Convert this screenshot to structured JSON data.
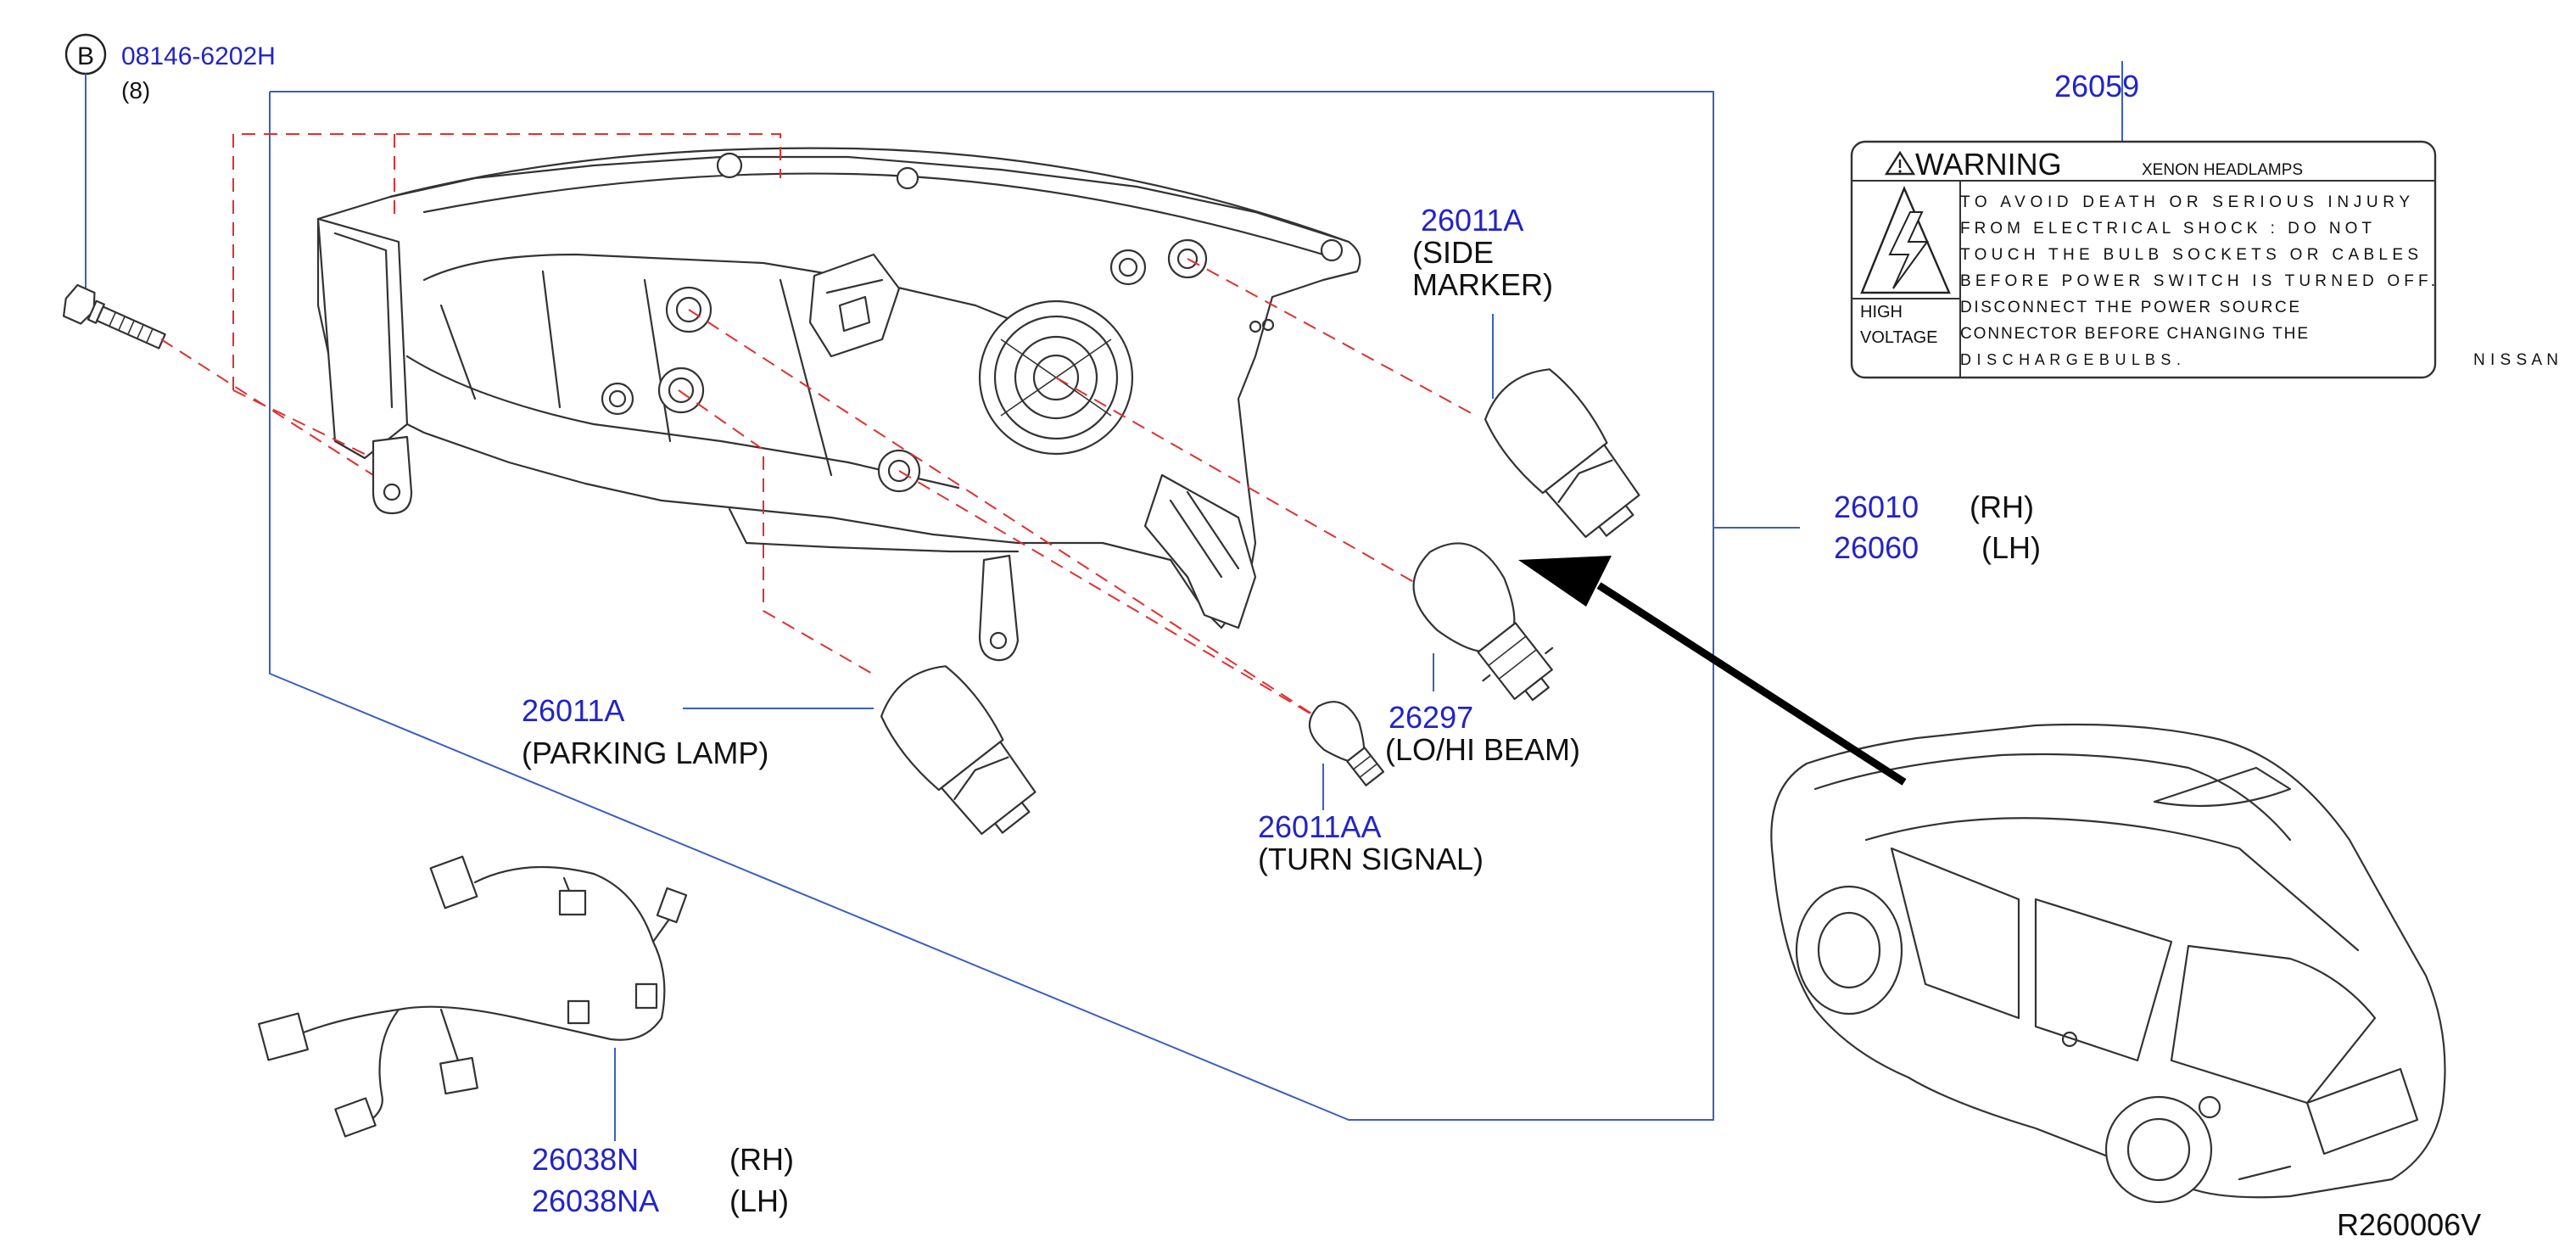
{
  "fastener": {
    "circle_letter": "B",
    "part_number": "08146-6202H",
    "quantity": "(8)"
  },
  "warning_label": {
    "part_number": "26059",
    "title": "WARNING",
    "subtitle": "XENON  HEADLAMPS",
    "lines": [
      "TO   AVOID   DEATH   OR   SERIOUS   INJURY",
      "FROM   ELECTRICAL   SHOCK   :   DO   NOT",
      "TOUCH   THE   BULB   SOCKETS   OR   CABLES",
      "BEFORE   POWER   SWITCH   IS   TURNED   OFF.",
      "DISCONNECT   THE   POWER   SOURCE",
      "CONNECTOR   BEFORE   CHANGING   THE",
      "D I S C H A R G E    B U L B S ."
    ],
    "side_label_1": "HIGH",
    "side_label_2": "VOLTAGE",
    "brand": "N I S S A N"
  },
  "headlamp": {
    "rh_part": "26010",
    "rh_side": "(RH)",
    "lh_part": "26060",
    "lh_side": "(LH)"
  },
  "side_marker": {
    "part_number": "26011A",
    "desc_1": "(SIDE",
    "desc_2": "MARKER)"
  },
  "parking_lamp": {
    "part_number": "26011A",
    "desc": "(PARKING  LAMP)"
  },
  "beam_bulb": {
    "part_number": "26297",
    "desc": "(LO/HI  BEAM)"
  },
  "turn_signal": {
    "part_number": "26011AA",
    "desc": "(TURN  SIGNAL)"
  },
  "harness": {
    "rh_part": "26038N",
    "rh_side": "(RH)",
    "lh_part": "26038NA",
    "lh_side": "(LH)"
  },
  "diagram_code": "R260006V",
  "colors": {
    "part_number": "#2323c8",
    "leader": "#3a5fbf",
    "dashed_guide": "#e03030",
    "line_art": "#333333"
  },
  "icons": [
    "warning-triangle-icon",
    "high-voltage-icon",
    "vehicle-icon",
    "headlamp-assembly-icon"
  ]
}
